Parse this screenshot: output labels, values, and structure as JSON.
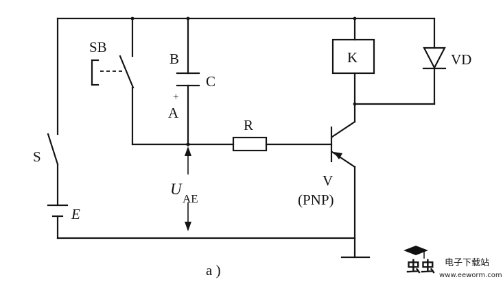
{
  "labels": {
    "sb": "SB",
    "s": "S",
    "e": "E",
    "b": "B",
    "c": "C",
    "plus": "+",
    "a": "A",
    "r": "R",
    "k": "K",
    "vd": "VD",
    "u_main": "U",
    "u_sub": "AE",
    "v": "V",
    "pnp": "(PNP)",
    "caption": "a )"
  },
  "watermark": {
    "logo_text": "虫虫",
    "site_name": "电子下载站",
    "url": "www.eeworm.com",
    "logo_color": "#d81e1e"
  }
}
